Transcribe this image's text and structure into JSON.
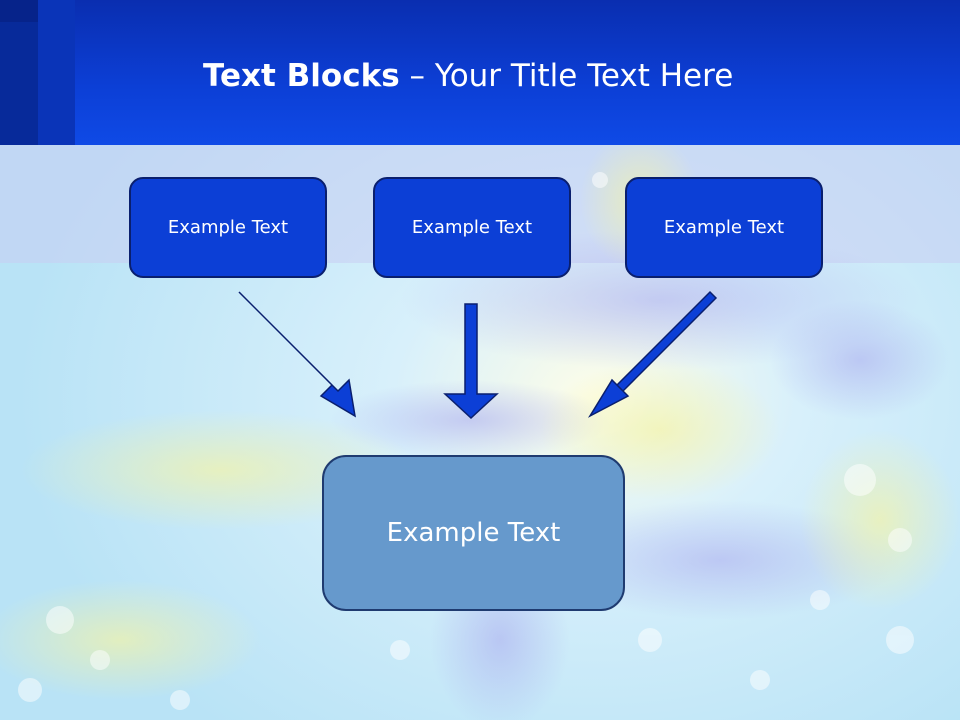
{
  "title": {
    "bold": "Text Blocks",
    "dash": " – ",
    "rest": "Your Title Text Here"
  },
  "boxes": {
    "top": [
      "Example Text",
      "Example Text",
      "Example Text"
    ],
    "bottom": "Example Text"
  },
  "colors": {
    "header": "#0c3fd6",
    "top_box_fill": "#0c3fd6",
    "bottom_box_fill": "#6699cc",
    "arrow": "#0c3fd6",
    "background": "#cceeff"
  }
}
